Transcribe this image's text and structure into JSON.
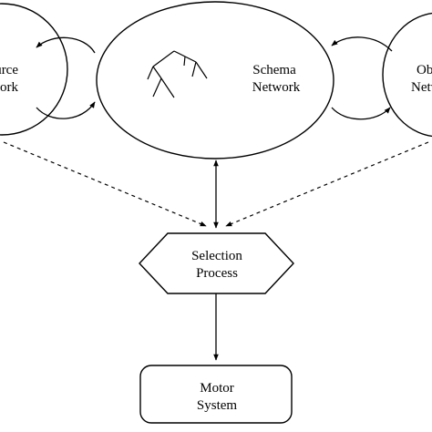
{
  "nodes": {
    "left_network": {
      "line1": "Resource",
      "line2": "Network"
    },
    "schema_network": {
      "line1": "Schema",
      "line2": "Network"
    },
    "right_network": {
      "line1": "Object",
      "line2": "Network"
    },
    "selection_process": {
      "line1": "Selection",
      "line2": "Process"
    },
    "motor_system": {
      "line1": "Motor",
      "line2": "System"
    }
  },
  "colors": {
    "stroke": "#000000",
    "background": "#ffffff"
  }
}
